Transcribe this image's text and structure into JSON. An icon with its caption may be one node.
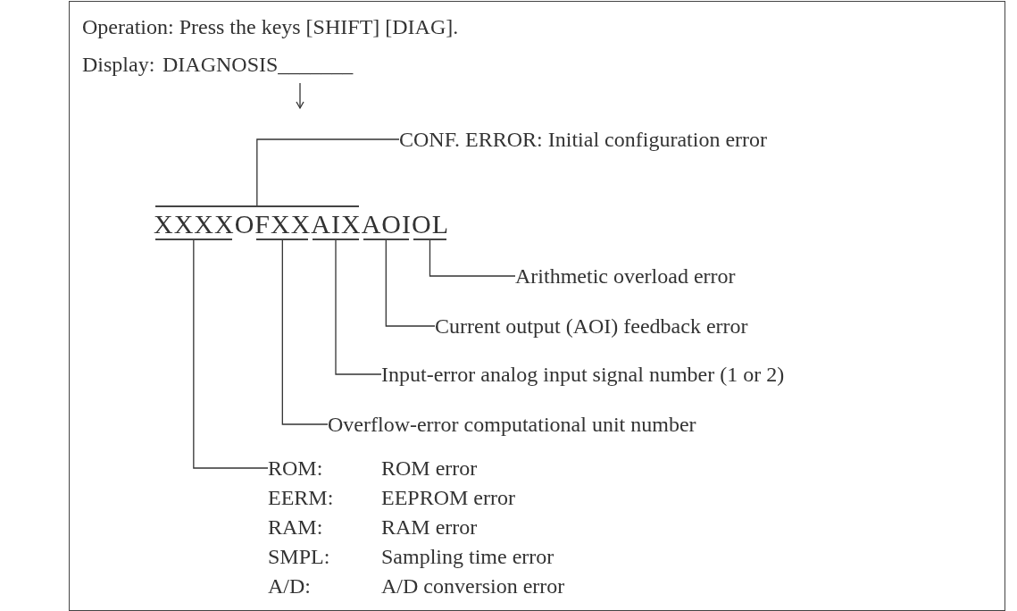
{
  "diagram": {
    "nodes": [
      {
        "text": [
          "DIAGNOSIS_______"
        ]
      },
      {
        "text": [
          "CONF. ERROR: Initial configuration error"
        ]
      },
      {
        "text": [],
        "shape": "bar"
      },
      {
        "text": [
          "XXXXOFXXAIXAOIOL"
        ]
      },
      {
        "text": [],
        "shape": "bar"
      },
      {
        "text": [],
        "shape": "bar"
      },
      {
        "text": [],
        "shape": "bar"
      },
      {
        "text": [],
        "shape": "bar"
      },
      {
        "text": [],
        "shape": "bar"
      },
      {
        "text": [
          "Arithmetic overload error"
        ]
      },
      {
        "text": [
          "Current output (AOI) feedback error"
        ]
      },
      {
        "text": [
          "Input-error analog input signal number (1 or 2)"
        ]
      },
      {
        "text": [
          "Overflow-error computational unit number"
        ]
      },
      {
        "text": [
          "ROM:",
          "ROM error",
          "EERM:",
          "EEPROM error",
          "RAM:",
          "RAM error",
          "SMPL:",
          "Sampling time error",
          "A/D:",
          "A/D conversion error"
        ]
      }
    ],
    "edges": [
      {
        "from": 0,
        "to": null,
        "arrow": "to"
      },
      {
        "from": 1,
        "to": 2,
        "arrow": "none"
      },
      {
        "from": 9,
        "to": 8,
        "arrow": "none"
      },
      {
        "from": 10,
        "to": 7,
        "arrow": "none"
      },
      {
        "from": 11,
        "to": 6,
        "arrow": "none"
      },
      {
        "from": 12,
        "to": 5,
        "arrow": "none"
      },
      {
        "from": 13,
        "to": 4,
        "arrow": "none"
      }
    ],
    "labels": [
      "Operation: Press the keys [SHIFT] [DIAG].",
      "Display:"
    ]
  }
}
